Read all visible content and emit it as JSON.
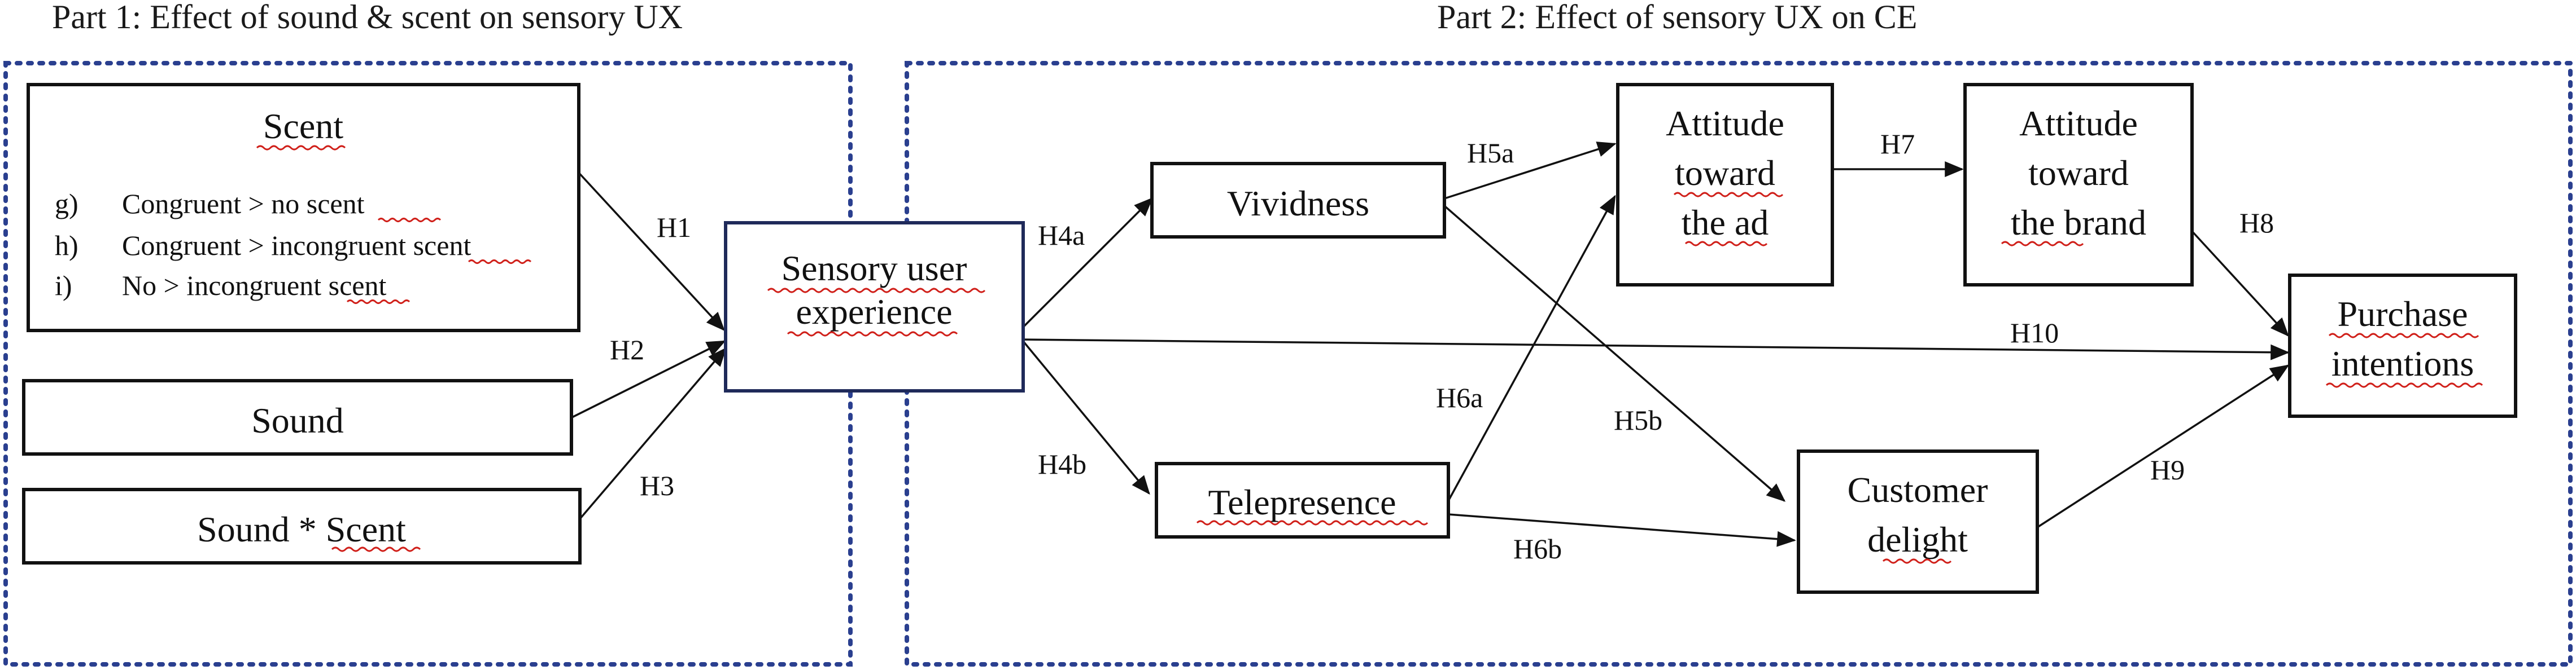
{
  "colors": {
    "frame_border": "#2a3f8f",
    "sensory_box_border": "#1f2a5a",
    "spellcheck_underline": "#d0201a",
    "text": "#111111"
  },
  "part1": {
    "title": "Part 1: Effect of sound & scent on sensory UX"
  },
  "part2": {
    "title": "Part 2: Effect of sensory UX on CE"
  },
  "nodes": {
    "scent": {
      "title": "Scent",
      "items": [
        {
          "marker": "g)",
          "text": "Congruent > no scent"
        },
        {
          "marker": "h)",
          "text": "Congruent > incongruent scent"
        },
        {
          "marker": "i)",
          "text": "No > incongruent scent"
        }
      ]
    },
    "sound": {
      "label": "Sound"
    },
    "sound_scent": {
      "label": "Sound * Scent"
    },
    "sensory_ux": {
      "lines": [
        "Sensory  user",
        "experience"
      ]
    },
    "vividness": {
      "label": "Vividness"
    },
    "telepresence": {
      "label": "Telepresence"
    },
    "attitude_ad": {
      "lines": [
        "Attitude",
        "toward",
        "the ad"
      ]
    },
    "attitude_brand": {
      "lines": [
        "Attitude",
        "toward",
        "the brand"
      ]
    },
    "customer_delight": {
      "lines": [
        "Customer",
        "delight"
      ]
    },
    "purchase_intentions": {
      "lines": [
        "Purchase",
        "intentions"
      ]
    }
  },
  "hypotheses": {
    "h1": "H1",
    "h2": "H2",
    "h3": "H3",
    "h4a": "H4a",
    "h4b": "H4b",
    "h5a": "H5a",
    "h5b": "H5b",
    "h6a": "H6a",
    "h6b": "H6b",
    "h7": "H7",
    "h8": "H8",
    "h9": "H9",
    "h10": "H10"
  }
}
